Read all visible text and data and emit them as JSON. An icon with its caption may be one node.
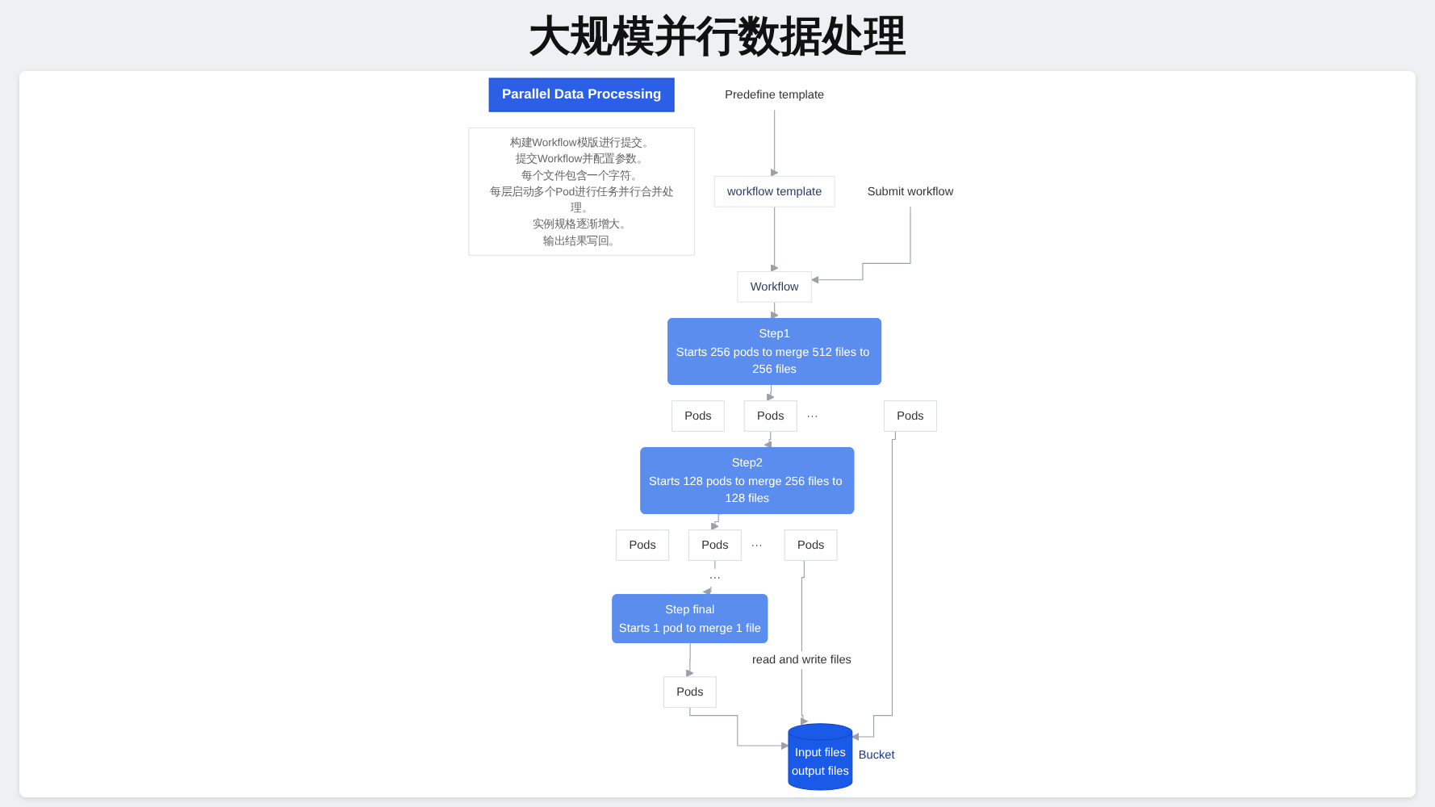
{
  "diagram": {
    "title": "大规模并行数据处理",
    "nodes": [
      {
        "text": [
          "Parallel Data Processing"
        ]
      },
      {
        "text": [
          "构建Workflow模版进行提交。",
          "提交Workflow并配置参数。",
          "每个文件包含一个字符。",
          "每层启动多个Pod进行任务并行合并处理。",
          "实例规格逐渐增大。",
          "输出结果写回。"
        ]
      },
      {
        "text": [
          "Predefine template"
        ]
      },
      {
        "text": [
          "workflow template"
        ]
      },
      {
        "text": [
          "Submit workflow"
        ]
      },
      {
        "text": [
          "Workflow"
        ]
      },
      {
        "text": [
          "Step1",
          "Starts 256 pods to merge 512 files to 256 files"
        ]
      },
      {
        "text": [
          "Pods"
        ]
      },
      {
        "text": [
          "Pods"
        ]
      },
      {
        "text": [
          "Pods"
        ]
      },
      {
        "text": [
          "Step2",
          "Starts 128 pods to merge 256 files to 128 files"
        ]
      },
      {
        "text": [
          "Pods"
        ]
      },
      {
        "text": [
          "Pods"
        ]
      },
      {
        "text": [
          "Pods"
        ]
      },
      {
        "text": [
          "Step final",
          "Starts 1 pod to merge 1 file"
        ]
      },
      {
        "text": [
          "Pods"
        ]
      },
      {
        "text": [
          "Input files",
          "output files"
        ],
        "beside": [
          "Bucket"
        ]
      }
    ],
    "edges": [
      {
        "from": 2,
        "to": 3,
        "arrow": "to"
      },
      {
        "from": 4,
        "to": 5,
        "arrow": "to"
      },
      {
        "from": 3,
        "to": 5,
        "arrow": "to"
      },
      {
        "from": 5,
        "to": 6,
        "arrow": "to"
      },
      {
        "from": 6,
        "to": 8,
        "arrow": "to"
      },
      {
        "from": 8,
        "to": 10,
        "arrow": "to"
      },
      {
        "from": 10,
        "to": 12,
        "arrow": "to"
      },
      {
        "from": 12,
        "to": 14,
        "arrow": "to",
        "label": "···"
      },
      {
        "from": 14,
        "to": 15,
        "arrow": "to"
      },
      {
        "from": 9,
        "to": 16,
        "arrow": "to"
      },
      {
        "from": 13,
        "to": 16,
        "arrow": "to",
        "label": "read and write files"
      },
      {
        "from": 15,
        "to": 16,
        "arrow": "to"
      }
    ],
    "labels": [
      "···",
      "···"
    ]
  }
}
